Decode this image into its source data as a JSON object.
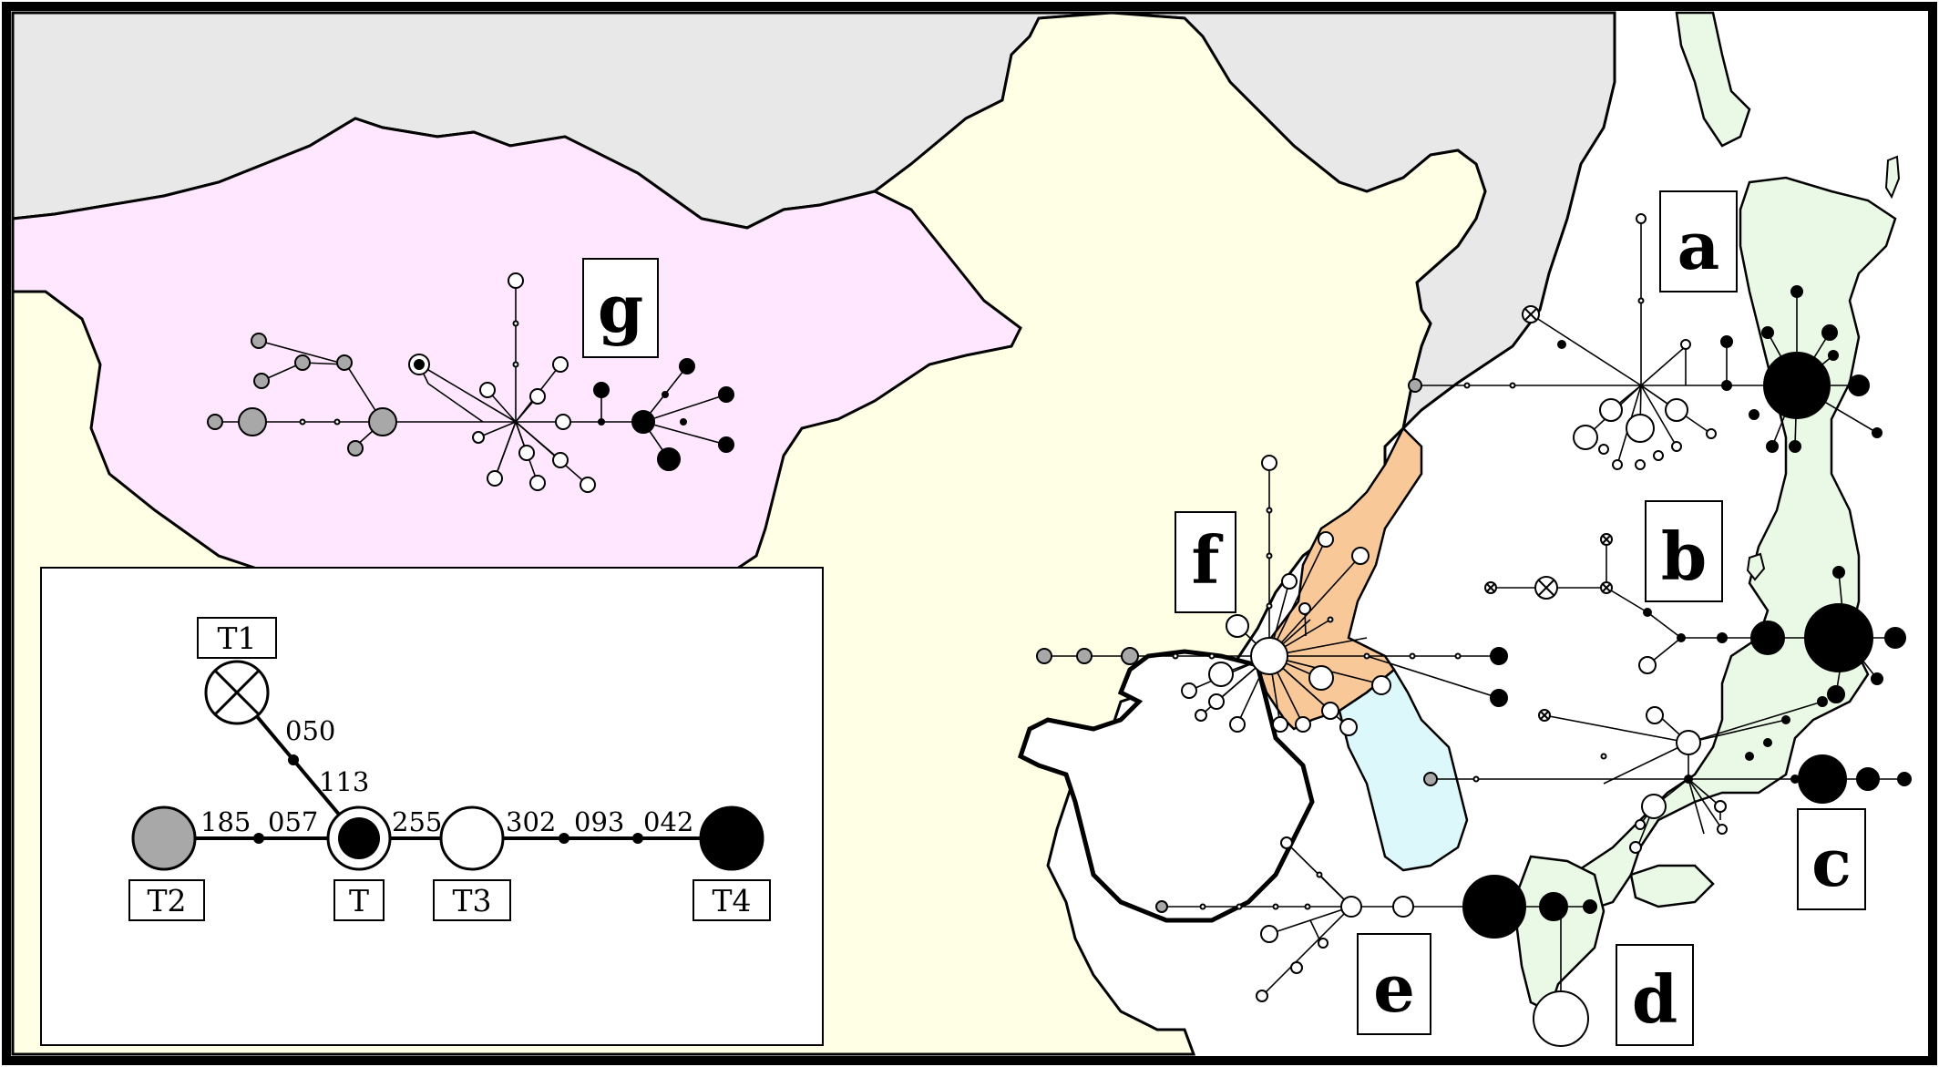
{
  "colors": {
    "frame": "#000000",
    "ocean": "#ffffff",
    "gray_land": "#e8e8e8",
    "mainland": "#ffffe6",
    "mongolia": "#ffe8ff",
    "korea_north": "#f9c899",
    "korea_south": "#ddf8fb",
    "japan": "#e9f9e6",
    "haplotype_white": "#ffffff",
    "haplotype_gray": "#a8a8a8",
    "haplotype_black": "#000000"
  },
  "region_labels": [
    "a",
    "b",
    "c",
    "d",
    "e",
    "f",
    "g"
  ],
  "legend": {
    "labels": {
      "T1": "T1",
      "T2": "T2",
      "T": "T",
      "T3": "T3",
      "T4": "T4"
    },
    "mutation_labels": [
      "050",
      "113",
      "185",
      "057",
      "255",
      "302",
      "093",
      "042"
    ]
  }
}
